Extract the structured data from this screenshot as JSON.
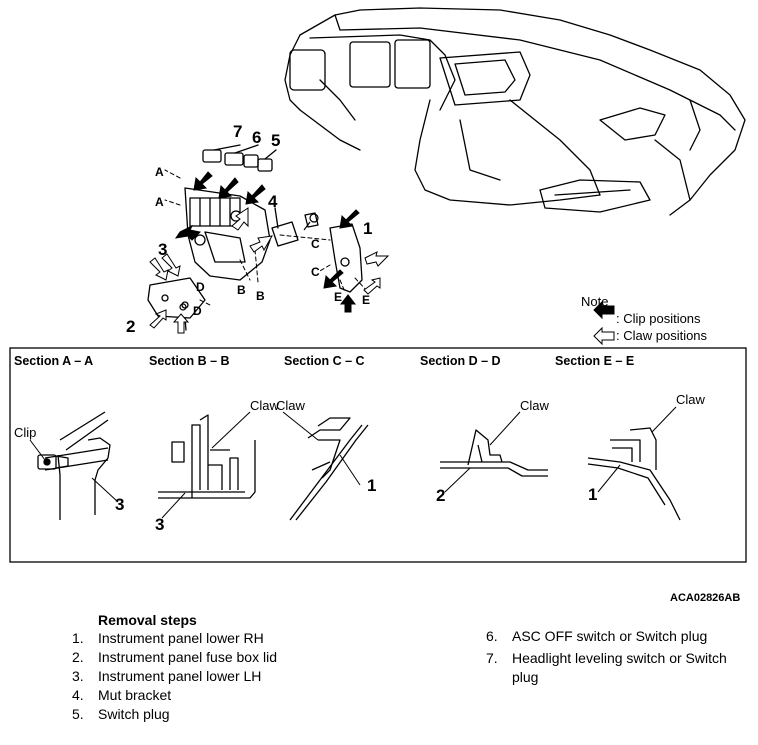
{
  "callouts": {
    "n7": "7",
    "n6": "6",
    "n5": "5",
    "n4": "4",
    "n3": "3",
    "n2": "2",
    "n1": "1",
    "a1": "A",
    "a2": "A",
    "b1": "B",
    "b2": "B",
    "c1": "C",
    "c2": "C",
    "d1": "D",
    "d2": "D",
    "e1": "E",
    "e2": "E"
  },
  "note": {
    "title": "Note",
    "clip": ": Clip positions",
    "claw": ": Claw positions"
  },
  "sections": {
    "aa": "Section A – A",
    "bb": "Section B – B",
    "cc": "Section C – C",
    "dd": "Section D – D",
    "ee": "Section E – E"
  },
  "section_labels": {
    "aa_clip": "Clip",
    "aa_num": "3",
    "bb_claw": "Claw",
    "bb_num": "3",
    "cc_claw": "Claw",
    "cc_num": "1",
    "dd_claw": "Claw",
    "dd_num": "2",
    "ee_claw": "Claw",
    "ee_num": "1"
  },
  "figure_code": "ACA02826AB",
  "removal": {
    "title": "Removal steps",
    "left": [
      {
        "n": "1.",
        "text": "Instrument panel lower RH"
      },
      {
        "n": "2.",
        "text": "Instrument panel fuse box lid"
      },
      {
        "n": "3.",
        "text": "Instrument panel lower LH"
      },
      {
        "n": "4.",
        "text": "Mut bracket"
      },
      {
        "n": "5.",
        "text": "Switch plug"
      }
    ],
    "right": [
      {
        "n": "6.",
        "text": "ASC OFF switch or Switch plug"
      },
      {
        "n": "7.",
        "text": "Headlight leveling switch or Switch plug"
      }
    ]
  }
}
